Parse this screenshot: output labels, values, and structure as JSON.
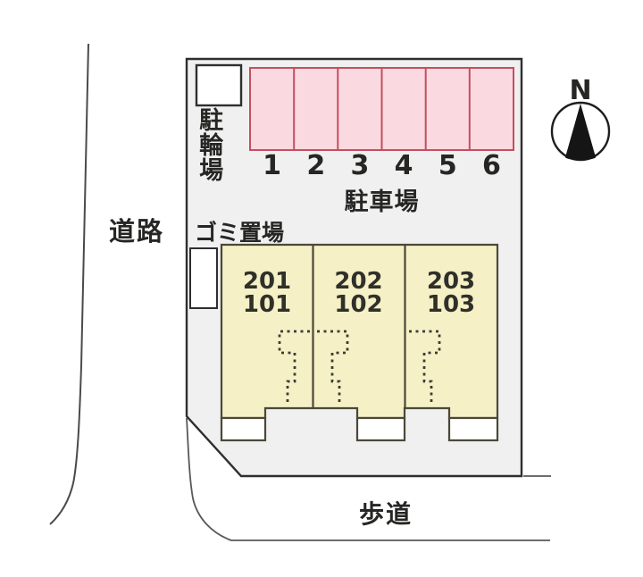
{
  "road": {
    "label": "道路"
  },
  "sidewalk": {
    "label": "歩道"
  },
  "site": {
    "bicycle_parking_label": "駐輪場",
    "garbage_label": "ゴミ置場"
  },
  "parking": {
    "label": "駐車場",
    "spaces": [
      "1",
      "2",
      "3",
      "4",
      "5",
      "6"
    ]
  },
  "building": {
    "units": [
      {
        "upper": "201",
        "lower": "101"
      },
      {
        "upper": "202",
        "lower": "102"
      },
      {
        "upper": "203",
        "lower": "103"
      }
    ]
  },
  "compass": {
    "north_label": "N"
  },
  "colors": {
    "site_fill": "#f1f0f1",
    "outline": "#2e2e2e",
    "building_fill": "#f6f0c6",
    "building_outline": "#4a4839",
    "parking_fill": "#fad9e1",
    "parking_border": "#c44f5e",
    "text_color": "#262624",
    "thin_line": "#585858"
  }
}
